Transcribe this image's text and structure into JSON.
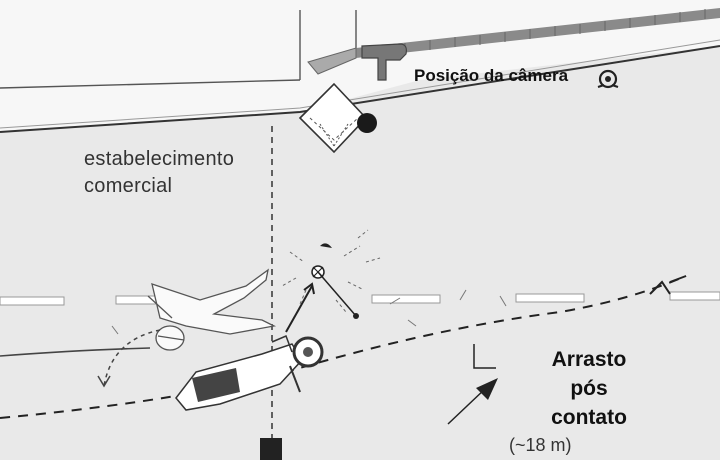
{
  "labels": {
    "camera_position": "Posição da câmera",
    "establishment_line1": "estabelecimento",
    "establishment_line2": "comercial",
    "drag_line1": "Arrasto",
    "drag_line2": "pós",
    "drag_line3": "contato",
    "distance": "(~18 m)"
  },
  "icons": [
    "camera-icon",
    "arrow-icon"
  ],
  "colors": {
    "road": "#e9e9e9",
    "sidewalk": "#f7f7f7",
    "ink": "#222222",
    "lane_marking": "#ffffff"
  }
}
